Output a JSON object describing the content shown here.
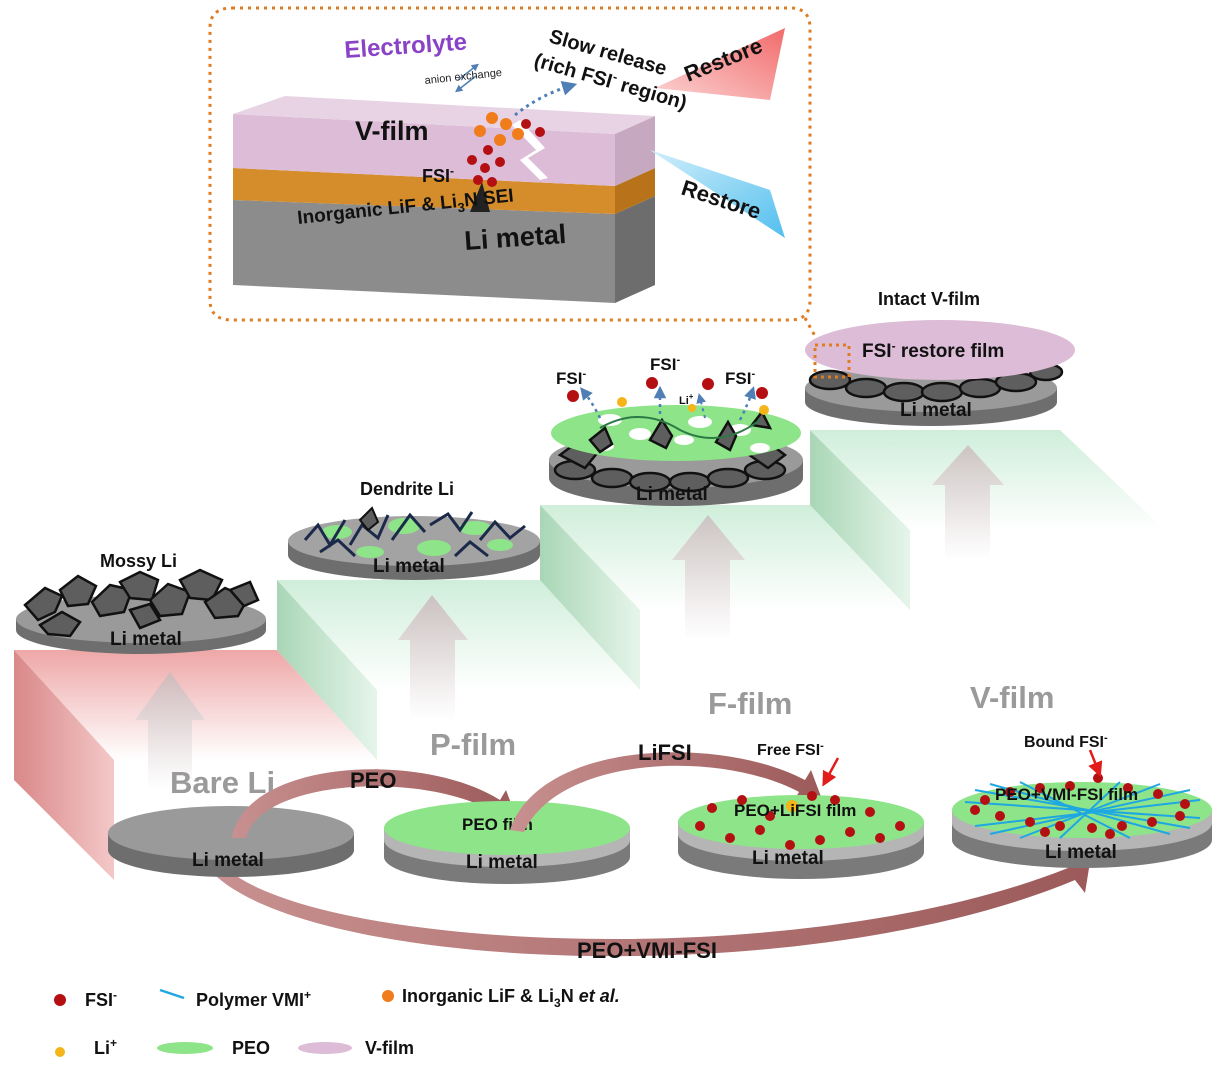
{
  "inset": {
    "electrolyte": "Electrolyte",
    "anion_exchange": "anion exchange",
    "slow_release_1": "Slow release",
    "slow_release_2": "(rich FSI",
    "slow_release_2_sup": "-",
    "slow_release_2_end": " region)",
    "restore_top": "Restore",
    "restore_bottom": "Restore",
    "vfilm": "V-film",
    "fsi": "FSI",
    "fsi_sup": "-",
    "sei_a": "Inorganic LiF & Li",
    "sei_sub": "3",
    "sei_b": "N SEI",
    "li_metal": "Li metal"
  },
  "stages": {
    "mossy": {
      "label": "Mossy Li",
      "metal": "Li metal"
    },
    "dendrite": {
      "label": "Dendrite Li",
      "metal": "Li metal"
    },
    "fstage": {
      "fsi": "FSI",
      "sup": "-",
      "li": "Li",
      "li_sup": "+",
      "metal": "Li metal"
    },
    "intact": {
      "label": "Intact V-film",
      "film_a": "FSI",
      "film_sup": "-",
      "film_b": " restore film",
      "metal": "Li metal"
    }
  },
  "steps": {
    "bare": "Bare Li",
    "pfilm": "P-film",
    "ffilm": "F-film",
    "vfilm": "V-film"
  },
  "bottom": {
    "bare_metal": "Li metal",
    "peo": "PEO",
    "peo_film": "PEO film",
    "peo_metal": "Li metal",
    "lifsi": "LiFSI",
    "free_fsi": "Free FSI",
    "free_sup": "-",
    "peo_lifsi_film": "PEO+LiFSI film",
    "lifsi_metal": "Li metal",
    "bound_fsi": "Bound FSI",
    "bound_sup": "-",
    "vmi_film": "PEO+VMI-FSI film",
    "vmi_metal": "Li metal",
    "route": "PEO+VMI-FSI"
  },
  "legend": {
    "fsi": "FSI",
    "fsi_sup": "-",
    "polymer": "Polymer VMI",
    "polymer_sup": "+",
    "inorganic_a": "Inorganic LiF & Li",
    "inorganic_sub": "3",
    "inorganic_b": "N ",
    "inorganic_c": "et al.",
    "li": "Li",
    "li_sup": "+",
    "peo": "PEO",
    "vfilm": "V-film"
  },
  "colors": {
    "fsi": "#b40f13",
    "li_ion": "#f5b417",
    "inorganic": "#f07c1b",
    "peo": "#8ee489",
    "vfilm": "#dcbcd6",
    "vmi": "#1ea7e1",
    "metal": "#8c8c8c",
    "orange_frame": "#e07b20",
    "purple_text": "#8a43c6",
    "arrow_brown": "#b36e6e",
    "restore_red": "#f07878",
    "restore_blue": "#6ecbf0",
    "step_green": "#d6efdc",
    "step_red": "#e9a0a0"
  }
}
